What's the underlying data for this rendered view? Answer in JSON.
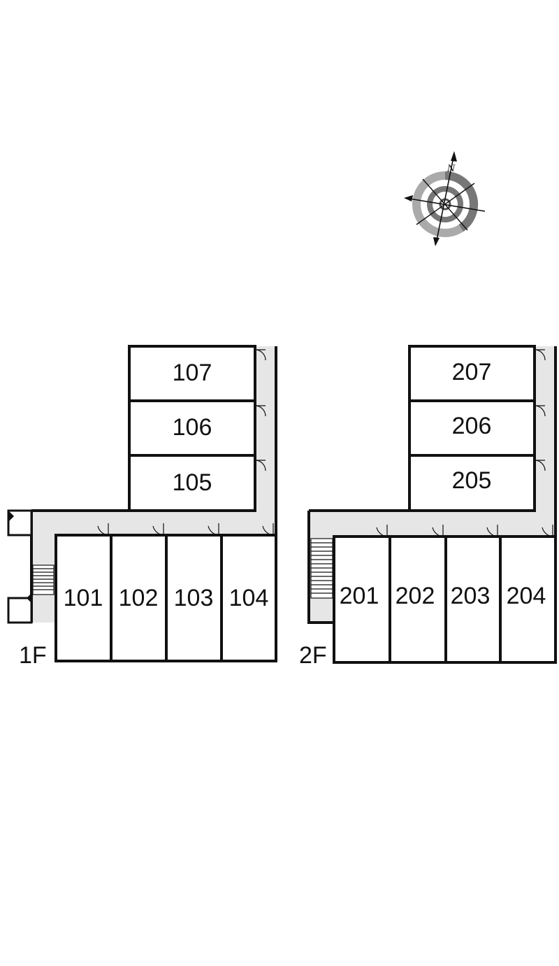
{
  "compass": {
    "north_label": "N"
  },
  "floors": [
    {
      "label": "1F",
      "rooms": [
        "101",
        "102",
        "103",
        "104",
        "105",
        "106",
        "107"
      ]
    },
    {
      "label": "2F",
      "rooms": [
        "201",
        "202",
        "203",
        "204",
        "205",
        "206",
        "207"
      ]
    }
  ],
  "colors": {
    "wall": "#111111",
    "corridor": "#e6e6e6",
    "compass_ring": "#888888"
  }
}
